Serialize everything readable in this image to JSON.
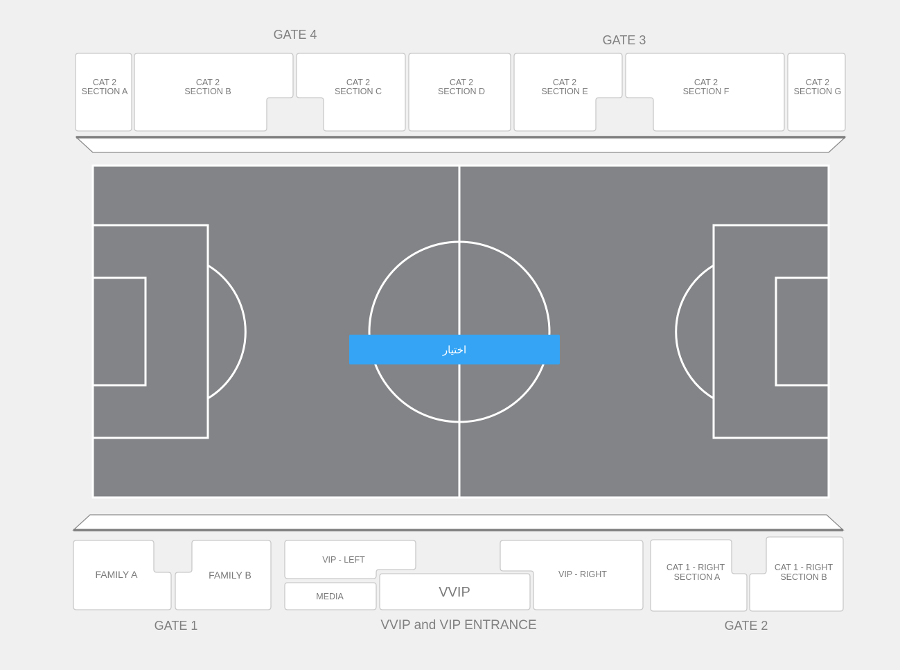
{
  "gates": {
    "gate4": "GATE 4",
    "gate3": "GATE 3",
    "gate1": "GATE 1",
    "vip_entrance": "VVIP and VIP ENTRANCE",
    "gate2": "GATE 2"
  },
  "north_sections": {
    "a": {
      "line1": "CAT 2",
      "line2": "SECTION A"
    },
    "b": {
      "line1": "CAT 2",
      "line2": "SECTION B"
    },
    "c": {
      "line1": "CAT 2",
      "line2": "SECTION C"
    },
    "d": {
      "line1": "CAT 2",
      "line2": "SECTION D"
    },
    "e": {
      "line1": "CAT 2",
      "line2": "SECTION E"
    },
    "f": {
      "line1": "CAT 2",
      "line2": "SECTION F"
    },
    "g": {
      "line1": "CAT 2",
      "line2": "SECTION G"
    }
  },
  "south_sections": {
    "family_a": "FAMILY A",
    "family_b": "FAMILY B",
    "vip_left": "VIP - LEFT",
    "media": "MEDIA",
    "vvip": "VVIP",
    "vip_right": "VIP - RIGHT",
    "cat1_right_a": {
      "line1": "CAT 1 - RIGHT",
      "line2": "SECTION A"
    },
    "cat1_right_b": {
      "line1": "CAT 1 - RIGHT",
      "line2": "SECTION B"
    }
  },
  "choose_button": "اختيار",
  "colors": {
    "background": "#f0f0f0",
    "pitch": "#838487",
    "pitch_lines": "#ffffff",
    "section_fill": "#ffffff",
    "section_border": "#c9c9c9",
    "label_text": "#7a7a7a",
    "button": "#35a4f4"
  }
}
